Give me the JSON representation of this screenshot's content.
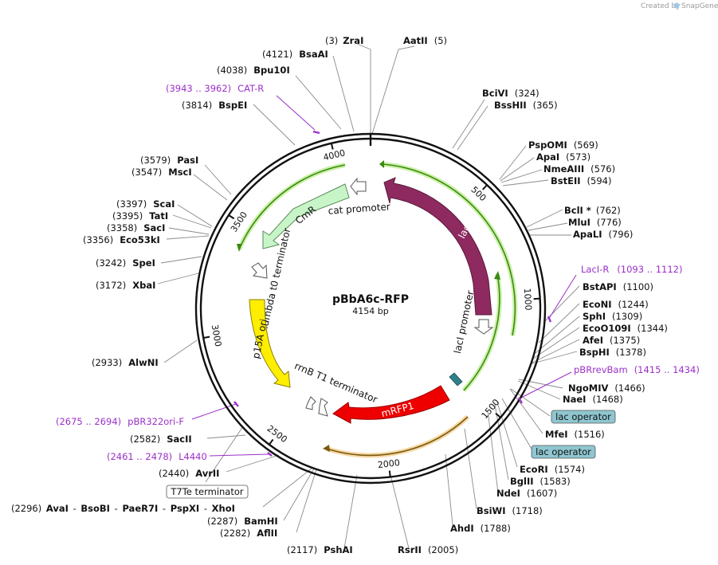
{
  "credit": {
    "prefix": "Created by",
    "brand": "SnapGene"
  },
  "plasmid": {
    "name": "pBbA6c-RFP",
    "size": "4154 bp",
    "length": 4154
  },
  "ticks": [
    "500",
    "1000",
    "1500",
    "2000",
    "2500",
    "3000",
    "3500",
    "4000"
  ],
  "sites": [
    {
      "pos": "(3)",
      "name": "ZraI"
    },
    {
      "pos": "(5)",
      "name": "AatII"
    },
    {
      "pos": "(4121)",
      "name": "BsaAI"
    },
    {
      "pos": "(4038)",
      "name": "Bpu10I"
    },
    {
      "pos": "(3814)",
      "name": "BspEI"
    },
    {
      "pos": "(324)",
      "name": "BciVI"
    },
    {
      "pos": "(365)",
      "name": "BssHII"
    },
    {
      "pos": "(569)",
      "name": "PspOMI"
    },
    {
      "pos": "(573)",
      "name": "ApaI"
    },
    {
      "pos": "(576)",
      "name": "NmeAIII"
    },
    {
      "pos": "(594)",
      "name": "BstEII"
    },
    {
      "pos": "(3579)",
      "name": "PasI"
    },
    {
      "pos": "(3547)",
      "name": "MscI"
    },
    {
      "pos": "(762)",
      "name": "BclI *"
    },
    {
      "pos": "(776)",
      "name": "MluI"
    },
    {
      "pos": "(796)",
      "name": "ApaLI"
    },
    {
      "pos": "(3397)",
      "name": "ScaI"
    },
    {
      "pos": "(3395)",
      "name": "TatI"
    },
    {
      "pos": "(3358)",
      "name": "SacI"
    },
    {
      "pos": "(3356)",
      "name": "Eco53kI"
    },
    {
      "pos": "(3242)",
      "name": "SpeI"
    },
    {
      "pos": "(3172)",
      "name": "XbaI"
    },
    {
      "pos": "(1100)",
      "name": "BstAPI"
    },
    {
      "pos": "(1244)",
      "name": "EcoNI"
    },
    {
      "pos": "(1309)",
      "name": "SphI"
    },
    {
      "pos": "(1344)",
      "name": "EcoO109I"
    },
    {
      "pos": "(1375)",
      "name": "AfeI"
    },
    {
      "pos": "(1378)",
      "name": "BspHI"
    },
    {
      "pos": "(2933)",
      "name": "AlwNI"
    },
    {
      "pos": "(1466)",
      "name": "NgoMIV"
    },
    {
      "pos": "(1468)",
      "name": "NaeI"
    },
    {
      "pos": "(1516)",
      "name": "MfeI"
    },
    {
      "pos": "(2582)",
      "name": "SacII"
    },
    {
      "pos": "(1574)",
      "name": "EcoRI"
    },
    {
      "pos": "(1583)",
      "name": "BglII"
    },
    {
      "pos": "(1607)",
      "name": "NdeI"
    },
    {
      "pos": "(2440)",
      "name": "AvrII"
    },
    {
      "pos": "(1718)",
      "name": "BsiWI"
    },
    {
      "pos": "(2287)",
      "name": "BamHI"
    },
    {
      "pos": "(2282)",
      "name": "AflII"
    },
    {
      "pos": "(1788)",
      "name": "AhdI"
    },
    {
      "pos": "(2117)",
      "name": "PshAI"
    },
    {
      "pos": "(2005)",
      "name": "RsrII"
    }
  ],
  "multi_site": {
    "pos": "(2296)",
    "names": [
      "AvaI",
      "BsoBI",
      "PaeR7I",
      "PspXI",
      "XhoI"
    ],
    "sep": "-"
  },
  "primers": [
    {
      "range": "(3943 .. 3962)",
      "name": "CAT-R"
    },
    {
      "range": "(1093 .. 1112)",
      "name": "LacI-R"
    },
    {
      "range": "(1415 .. 1434)",
      "name": "pBRrevBam"
    },
    {
      "range": "(2675 .. 2694)",
      "name": "pBR322ori-F"
    },
    {
      "range": "(2461 .. 2478)",
      "name": "L4440"
    }
  ],
  "boxed": [
    {
      "label": "lac operator"
    },
    {
      "label": "lac operator"
    },
    {
      "label": "T7Te terminator"
    }
  ],
  "features": {
    "cmr": "CmR",
    "laci": "lacI",
    "mrfp1": "mRFP1",
    "p15a": "p15A ori",
    "cat_promoter": "cat promoter",
    "laci_promoter": "lacI promoter",
    "lambda_term": "lambda t0 terminator",
    "rrnb_term": "rrnB T1 terminator"
  },
  "colors": {
    "cmr": "#c8f5c8",
    "laci": "#8e2a60",
    "mrfp1": "#ee0000",
    "p15a": "#ffee00",
    "primer": "#9b30c8",
    "operator_box": "#8fc6d0",
    "green_arc": "#4a9a1a",
    "orange_arc": "#e0a030"
  }
}
